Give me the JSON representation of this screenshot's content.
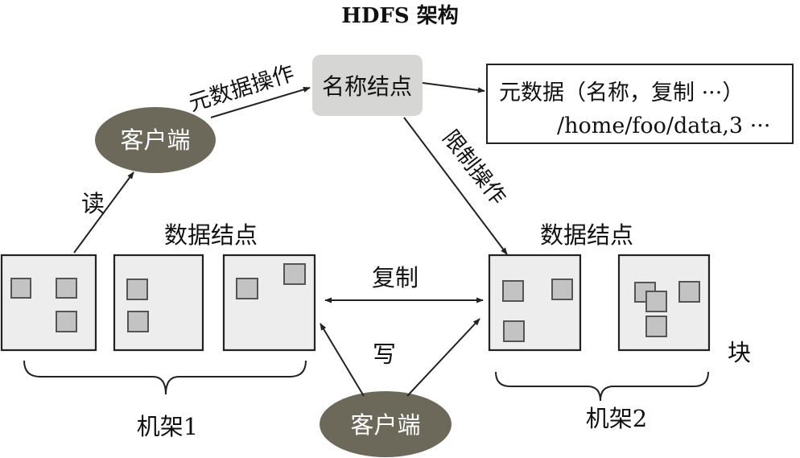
{
  "title": "HDFS 架构",
  "namenode": {
    "label": "名称结点"
  },
  "client_top": {
    "label": "客户端"
  },
  "client_bottom": {
    "label": "客户端"
  },
  "metadata_box": {
    "line1": "元数据（名称，复制 ···）",
    "line2": "/home/foo/data,3 ···"
  },
  "edges": {
    "metadata_ops": "元数据操作",
    "block_ops": "限制操作",
    "read": "读",
    "write": "写",
    "replication": "复制"
  },
  "rack1": {
    "datanodes_label": "数据结点",
    "label": "机架1"
  },
  "rack2": {
    "datanodes_label": "数据结点",
    "label": "机架2"
  },
  "block_label": "块",
  "colors": {
    "client_fill": "#6c685a",
    "namenode_fill": "#d6d6d4",
    "datanode_fill": "#ededed",
    "block_fill": "#c3c3c3"
  }
}
